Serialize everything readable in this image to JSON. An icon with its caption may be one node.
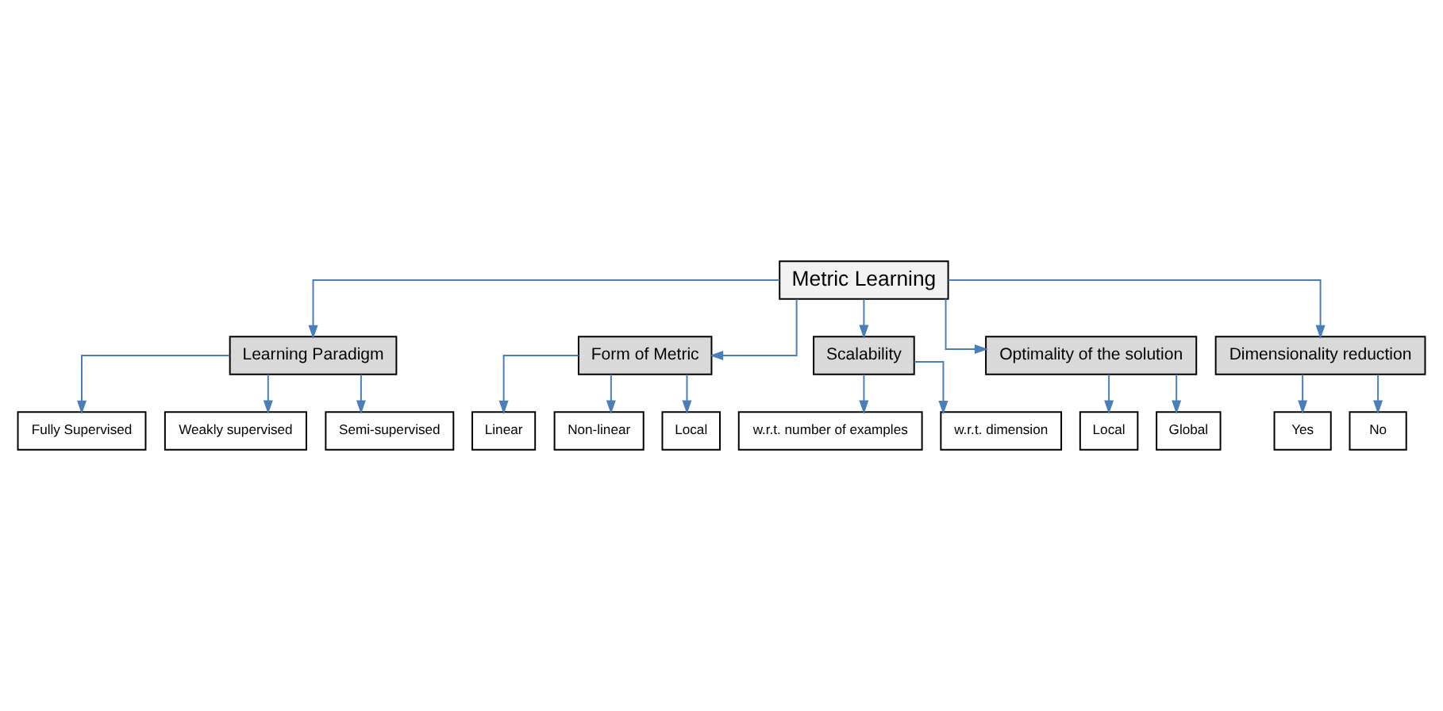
{
  "diagram": {
    "nodes": [
      {
        "text": [
          "Metric Learning"
        ]
      },
      {
        "text": [
          "Learning Paradigm"
        ]
      },
      {
        "text": [
          "Form of Metric"
        ]
      },
      {
        "text": [
          "Scalability"
        ]
      },
      {
        "text": [
          "Optimality of the solution"
        ]
      },
      {
        "text": [
          "Dimensionality reduction"
        ]
      },
      {
        "text": [
          "Fully Supervised"
        ]
      },
      {
        "text": [
          "Weakly supervised"
        ]
      },
      {
        "text": [
          "Semi-supervised"
        ]
      },
      {
        "text": [
          "Linear"
        ]
      },
      {
        "text": [
          "Non-linear"
        ]
      },
      {
        "text": [
          "Local"
        ]
      },
      {
        "text": [
          "w.r.t. number of examples"
        ]
      },
      {
        "text": [
          "w.r.t. dimension"
        ]
      },
      {
        "text": [
          "Local"
        ]
      },
      {
        "text": [
          "Global"
        ]
      },
      {
        "text": [
          "Yes"
        ]
      },
      {
        "text": [
          "No"
        ]
      }
    ],
    "edges": [
      {
        "from": 0,
        "to": 1,
        "arrow": "to"
      },
      {
        "from": 0,
        "to": 2,
        "arrow": "to"
      },
      {
        "from": 0,
        "to": 3,
        "arrow": "to"
      },
      {
        "from": 0,
        "to": 4,
        "arrow": "to"
      },
      {
        "from": 0,
        "to": 5,
        "arrow": "to"
      },
      {
        "from": 1,
        "to": 6,
        "arrow": "to"
      },
      {
        "from": 1,
        "to": 7,
        "arrow": "to"
      },
      {
        "from": 1,
        "to": 8,
        "arrow": "to"
      },
      {
        "from": 2,
        "to": 9,
        "arrow": "to"
      },
      {
        "from": 2,
        "to": 10,
        "arrow": "to"
      },
      {
        "from": 2,
        "to": 11,
        "arrow": "to"
      },
      {
        "from": 3,
        "to": 12,
        "arrow": "to"
      },
      {
        "from": 3,
        "to": 13,
        "arrow": "to"
      },
      {
        "from": 4,
        "to": 14,
        "arrow": "to"
      },
      {
        "from": 4,
        "to": 15,
        "arrow": "to"
      },
      {
        "from": 5,
        "to": 16,
        "arrow": "to"
      },
      {
        "from": 5,
        "to": 17,
        "arrow": "to"
      }
    ]
  }
}
